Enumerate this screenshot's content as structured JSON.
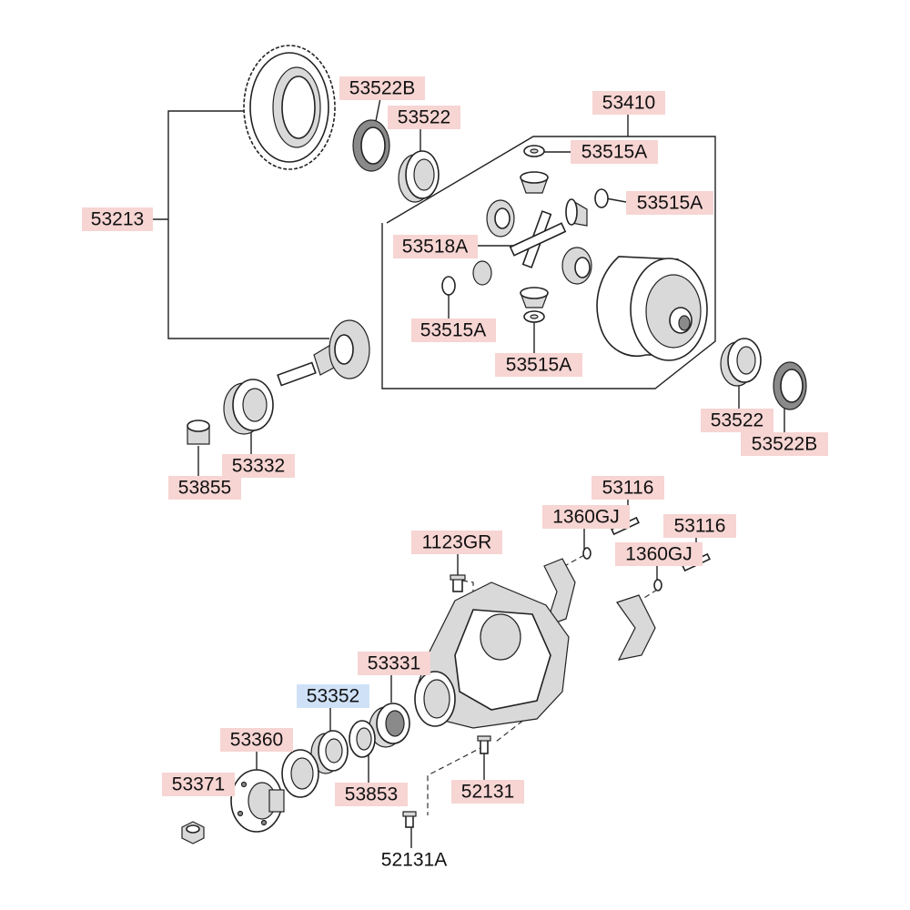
{
  "colors": {
    "label_highlight": "#f6d5d3",
    "label_selected": "#cfe1f7",
    "line": "#222222"
  },
  "labels": {
    "p53522B_top": "53522B",
    "p53522_top": "53522",
    "p53410": "53410",
    "p53515A_1": "53515A",
    "p53515A_2": "53515A",
    "p53213": "53213",
    "p53518A": "53518A",
    "p53515A_3": "53515A",
    "p53515A_4": "53515A",
    "p53522_bot": "53522",
    "p53522B_bot": "53522B",
    "p53332": "53332",
    "p53855": "53855",
    "p53116_1": "53116",
    "p1360GJ_1": "1360GJ",
    "p53116_2": "53116",
    "p1123GR": "1123GR",
    "p1360GJ_2": "1360GJ",
    "p53331": "53331",
    "p53352": "53352",
    "p53360": "53360",
    "p53371": "53371",
    "p53853": "53853",
    "p52131": "52131",
    "p52131A": "52131A"
  },
  "icons": {
    "ring_gear": "ring-gear-icon",
    "bearing": "bearing-icon",
    "pinion": "pinion-gear-icon",
    "case": "differential-case-icon",
    "housing": "carrier-housing-icon",
    "bolt": "bolt-icon",
    "nut": "nut-icon",
    "flange": "companion-flange-icon",
    "seal": "oil-seal-icon",
    "washer": "washer-icon"
  }
}
